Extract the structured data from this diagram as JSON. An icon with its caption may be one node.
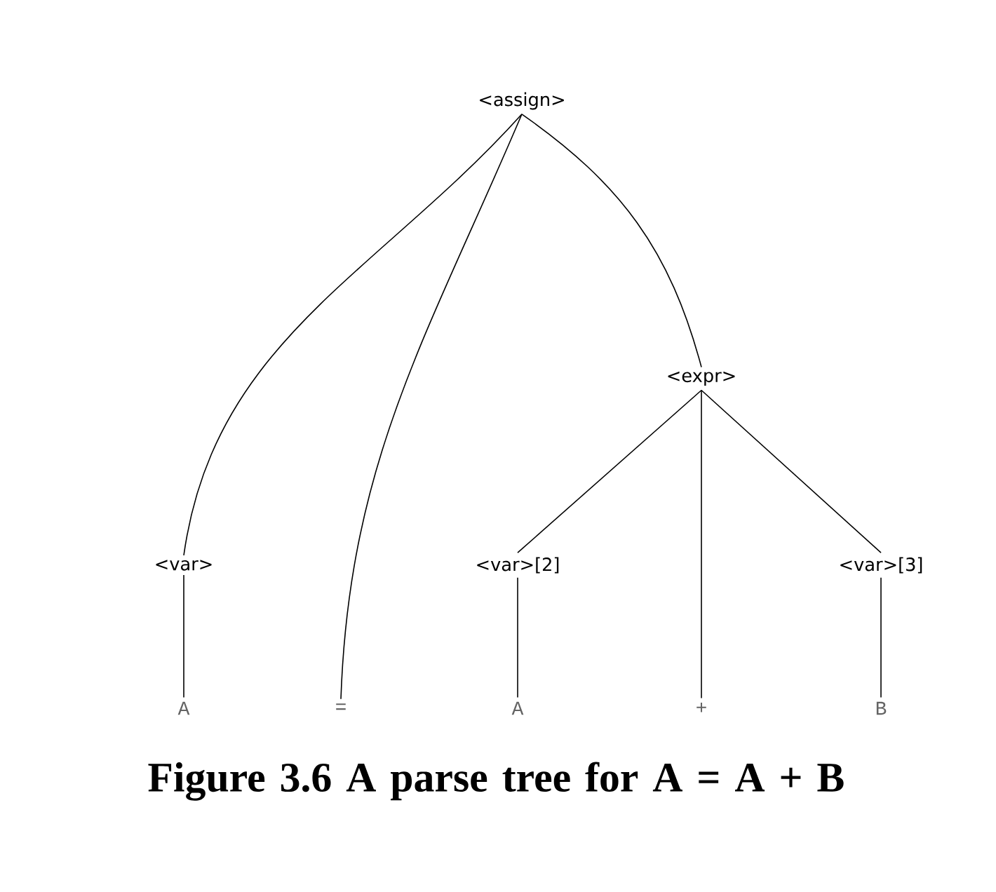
{
  "diagram": {
    "caption": "Figure 3.6 A parse tree for A = A + B",
    "nodes": [
      {
        "text": [
          "<assign>"
        ]
      },
      {
        "text": [
          "<var>"
        ]
      },
      {
        "text": [
          "<expr>"
        ]
      },
      {
        "text": [
          "<var>[2]"
        ]
      },
      {
        "text": [
          "<var>[3]"
        ]
      },
      {
        "text": [
          "A"
        ]
      },
      {
        "text": [
          "="
        ]
      },
      {
        "text": [
          "A"
        ]
      },
      {
        "text": [
          "+"
        ]
      },
      {
        "text": [
          "B"
        ]
      }
    ],
    "edges": [
      {
        "from": 0,
        "to": 1,
        "arrow": "none"
      },
      {
        "from": 0,
        "to": 6,
        "arrow": "none"
      },
      {
        "from": 0,
        "to": 2,
        "arrow": "none"
      },
      {
        "from": 2,
        "to": 3,
        "arrow": "none"
      },
      {
        "from": 2,
        "to": 8,
        "arrow": "none"
      },
      {
        "from": 2,
        "to": 4,
        "arrow": "none"
      },
      {
        "from": 1,
        "to": 5,
        "arrow": "none"
      },
      {
        "from": 3,
        "to": 7,
        "arrow": "none"
      },
      {
        "from": 4,
        "to": 9,
        "arrow": "none"
      }
    ]
  }
}
